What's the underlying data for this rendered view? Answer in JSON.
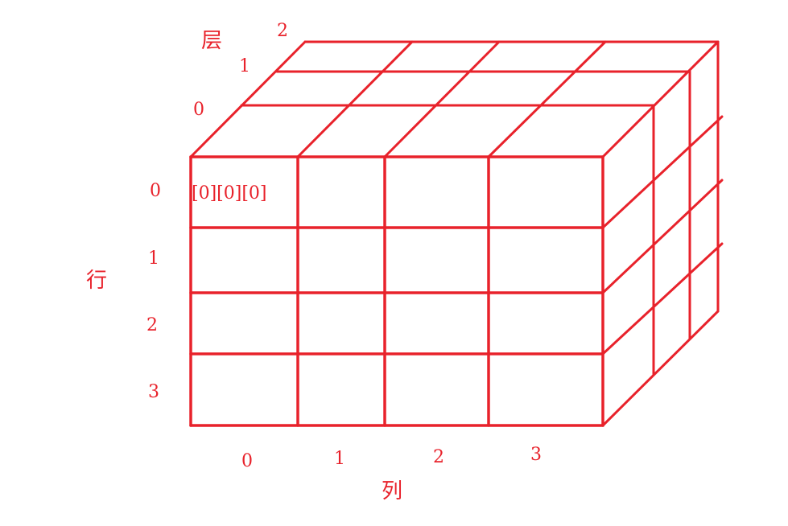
{
  "colors": {
    "line": "#e8222b",
    "background": "#ffffff"
  },
  "grid": {
    "rows": 4,
    "cols": 4,
    "layers": 3
  },
  "labels": {
    "layer_title": "层",
    "row_title": "行",
    "col_title": "列",
    "layers": [
      "0",
      "1",
      "2"
    ],
    "rows": [
      "0",
      "1",
      "2",
      "3"
    ],
    "cols": [
      "0",
      "1",
      "2",
      "3"
    ],
    "first_cell": "[0][0][0]"
  }
}
